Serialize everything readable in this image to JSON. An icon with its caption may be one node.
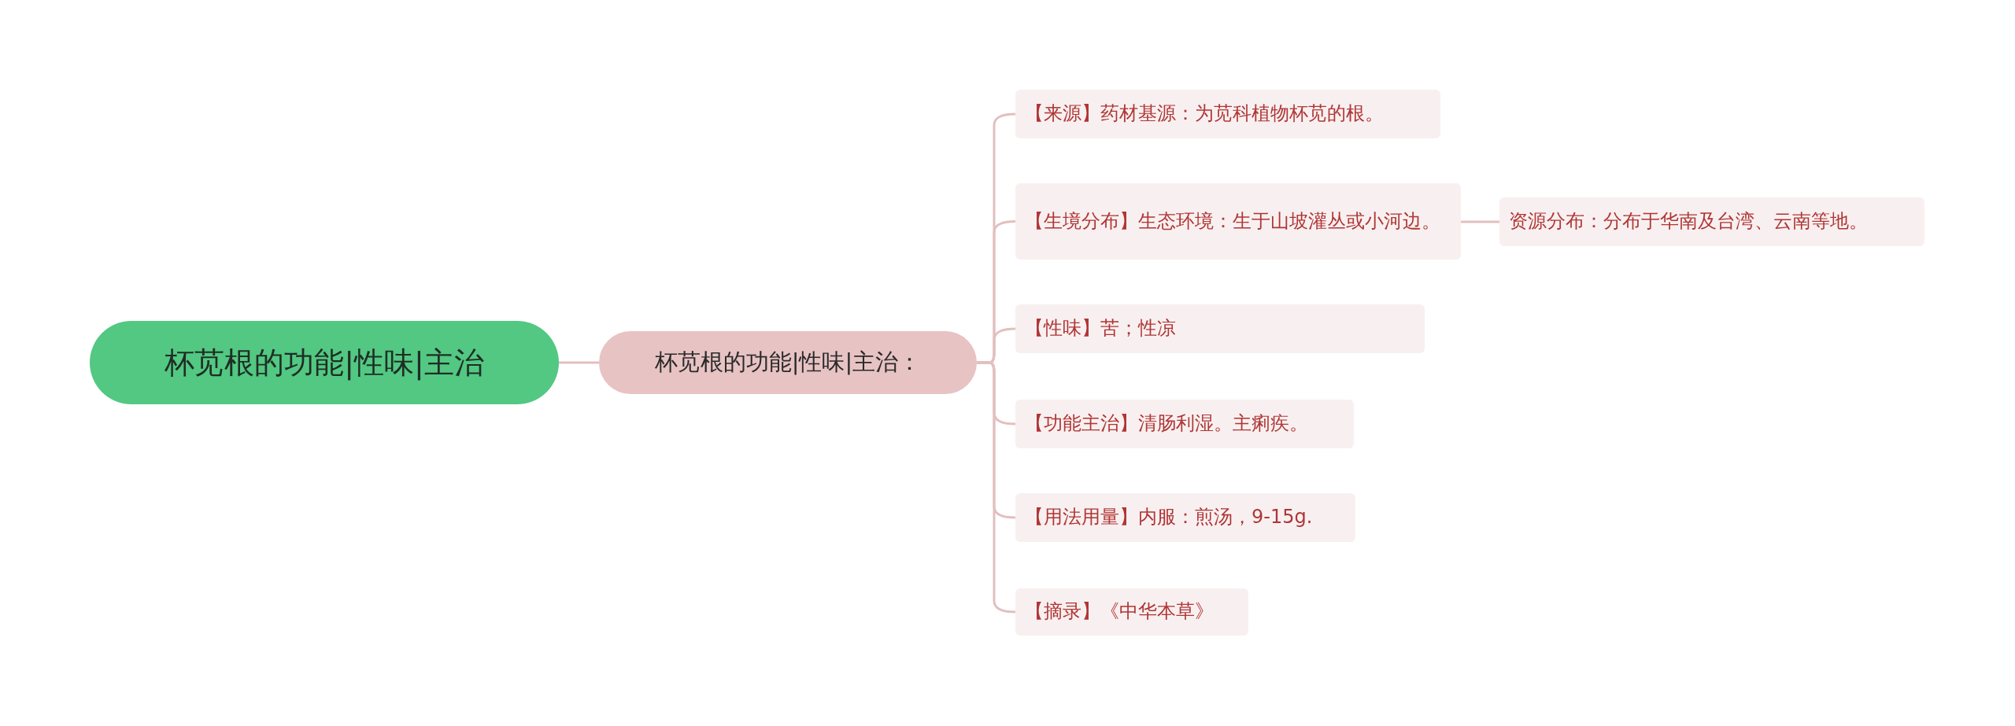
{
  "diagram": {
    "nodes": [
      {
        "text": [
          "杯苋根的功能|性味|主治"
        ]
      },
      {
        "text": [
          "杯苋根的功能|性味|主治："
        ]
      },
      {
        "text": [
          "【来源】药材基源：为苋科植物杯苋的根。"
        ]
      },
      {
        "text": [
          "【生境分布】生态环境：生于山坡灌丛或小河边。"
        ]
      },
      {
        "text": [
          "资源分布：分布于华南及台湾、云南等地。"
        ]
      },
      {
        "text": [
          "【性味】苦；性凉"
        ]
      },
      {
        "text": [
          "【功能主治】清肠利湿。主痢疾。"
        ]
      },
      {
        "text": [
          "【用法用量】内服：煎汤，9-15g."
        ]
      },
      {
        "text": [
          "【摘录】《中华本草》"
        ]
      }
    ],
    "edges": [
      {
        "from": 0,
        "to": 1,
        "arrow": "none"
      },
      {
        "from": 1,
        "to": 2,
        "arrow": "none"
      },
      {
        "from": 1,
        "to": 3,
        "arrow": "none"
      },
      {
        "from": 3,
        "to": 4,
        "arrow": "none"
      },
      {
        "from": 1,
        "to": 5,
        "arrow": "none"
      },
      {
        "from": 1,
        "to": 6,
        "arrow": "none"
      },
      {
        "from": 1,
        "to": 7,
        "arrow": "none"
      },
      {
        "from": 1,
        "to": 8,
        "arrow": "none"
      }
    ]
  }
}
